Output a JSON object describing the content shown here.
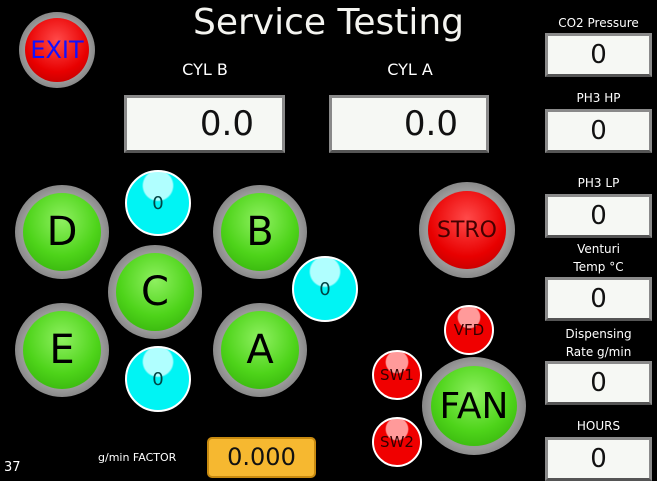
{
  "title": "Service Testing",
  "exit_label": "EXIT",
  "cylinders": [
    {
      "label": "CYL B",
      "value": "0.0"
    },
    {
      "label": "CYL A",
      "value": "0.0"
    }
  ],
  "readouts": [
    {
      "label": "CO2 Pressure",
      "value": "0"
    },
    {
      "label": "PH3 HP",
      "value": "0"
    },
    {
      "label": "PH3 LP",
      "value": "0"
    },
    {
      "label_line1": "Venturi",
      "label_line2": "Temp °C",
      "value": "0"
    },
    {
      "label_line1": "Dispensing",
      "label_line2": "Rate g/min",
      "value": "0"
    },
    {
      "label": "HOURS",
      "value": "0"
    }
  ],
  "valves": {
    "D": "D",
    "B": "B",
    "C": "C",
    "E": "E",
    "A": "A"
  },
  "indicators": {
    "top": "0",
    "right": "0",
    "bottom": "0"
  },
  "stro_label": "STRO",
  "fan_label": "FAN",
  "vfd_label": "VFD",
  "sw1_label": "SW1",
  "sw2_label": "SW2",
  "factor_label": "g/min FACTOR",
  "factor_value": "0.000",
  "screen_number": "37",
  "colors": {
    "green": "#4ed41a",
    "red": "#e80000",
    "cyan": "#00f4f4",
    "factor": "#f6b830"
  }
}
